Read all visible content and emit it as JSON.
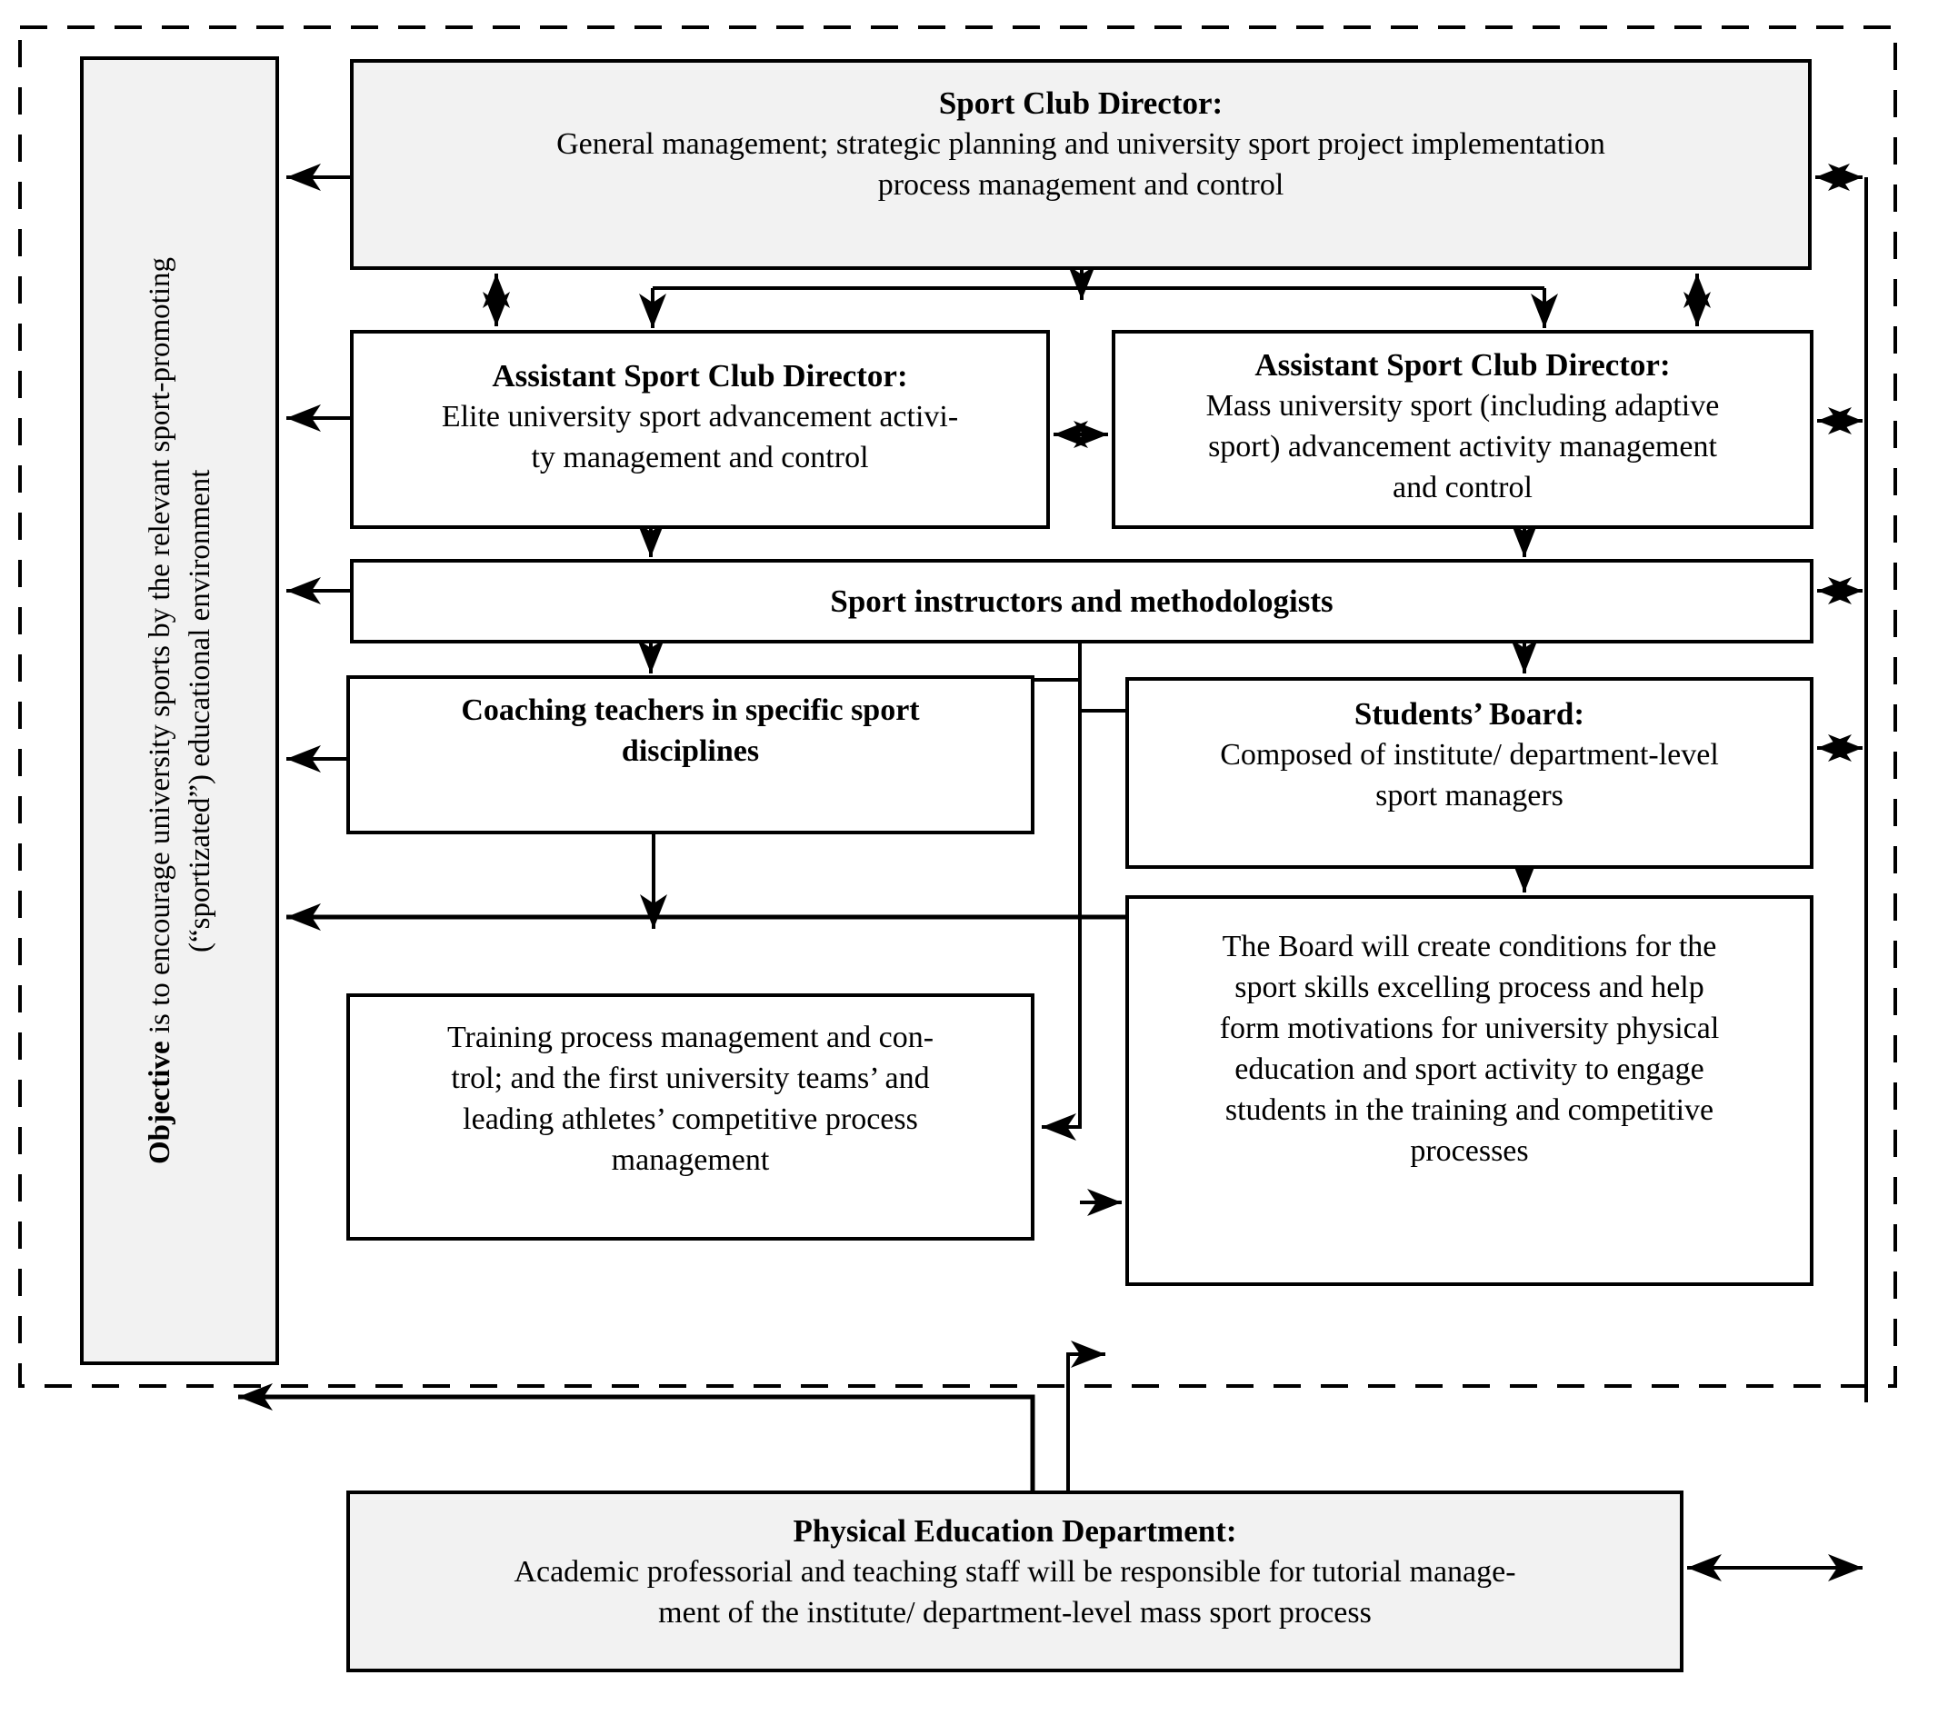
{
  "colors": {
    "line": "#000000",
    "gray_fill": "#f2f2f2",
    "white_fill": "#ffffff"
  },
  "objective": {
    "title_bold": "Objective",
    "body": " is to encourage university sports by the relevant sport-promoting\n(“sportizated”) educational environment"
  },
  "boxes": {
    "director": {
      "title": "Sport Club Director:",
      "body": "General management; strategic planning and university sport project implementation\nprocess management and control"
    },
    "assistant_elite": {
      "title": "Assistant Sport Club Director:",
      "body": "Elite university sport advancement activi-\nty management and control"
    },
    "assistant_mass": {
      "title": "Assistant Sport Club Director:",
      "body": "Mass university sport (including adaptive\nsport) advancement activity management\nand control"
    },
    "instructors": {
      "title": "Sport instructors and methodologists"
    },
    "coaching": {
      "title": "Coaching teachers in specific sport\ndisciplines"
    },
    "students_board": {
      "title": "Students’ Board:",
      "body": "Composed of institute/ department-level\nsport managers"
    },
    "training": {
      "body": "Training process management and con-\ntrol; and the first university teams’ and\nleading athletes’ competitive process\nmanagement"
    },
    "board_role": {
      "body": "The Board will create conditions for the\nsport skills excelling process and help\nform motivations for university physical\neducation and sport activity to engage\nstudents in the training and competitive\nprocesses"
    },
    "ped": {
      "title": "Physical Education Department:",
      "body": "Academic professorial and teaching staff will be responsible for tutorial manage-\nment of the institute/ department-level mass sport process"
    }
  }
}
